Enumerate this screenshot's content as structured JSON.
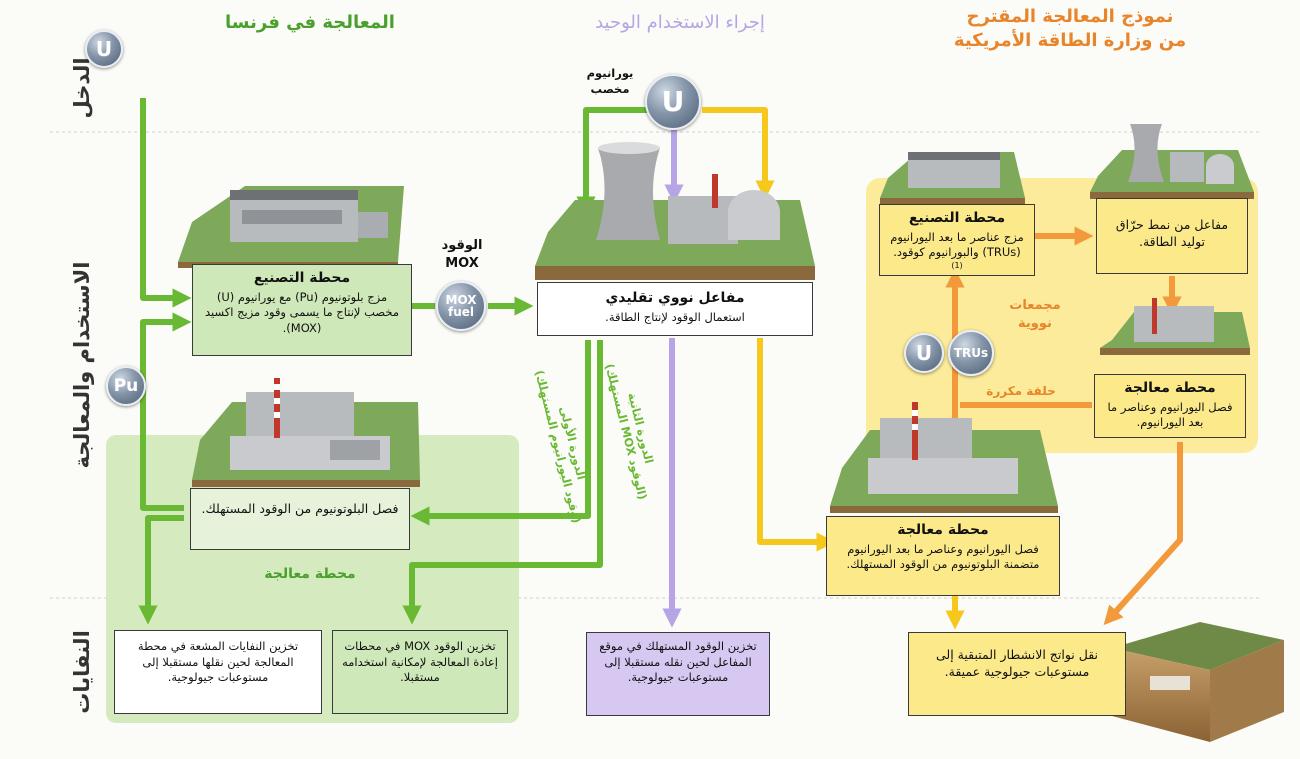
{
  "columns": {
    "france": "المعالجة في فرنسا",
    "once_through": "إجراء الاستخدام الوحيد",
    "us_doe_line1": "نموذج المعالجة المقترح",
    "us_doe_line2": "من وزارة الطاقة الأمريكية"
  },
  "rows": {
    "input": "الدخل",
    "use_processing": "الاستخدام والمعالجة",
    "waste": "النفايات"
  },
  "coins": {
    "u_input": "U",
    "u_center": "U",
    "pu": "Pu",
    "mox_line1": "MOX",
    "mox_line2": "fuel",
    "u_right": "U",
    "trus": "TRUs"
  },
  "france": {
    "fab_title": "محطة التصنيع",
    "fab_text": "مزج بلوتونيوم (Pu) مع يورانيوم (U) مخصب لإنتاج ما يسمى وقود مزيج اكسيد (MOX).",
    "mox_label_line1": "الوقود",
    "mox_label_line2": "MOX",
    "separation_text": "فصل البلوتونيوم من الوقود المستهلك.",
    "region_label": "محطة معالجة",
    "waste_left": "تخزين النفايات المشعة في محطة المعالجة لحين نقلها مستقبلا إلى مستوعبات جيولوجية.",
    "waste_mox": "تخزين الوقود MOX في محطات إعادة المعالجة لإمكانية استخدامه مستقبلا.",
    "cycle1_line1": "الدورة الأولى",
    "cycle1_line2": "(وقود اليورانيوم المستهلك)",
    "cycle2_line1": "الدورة الثانية",
    "cycle2_line2": "(الوقود MOX المستهلك)"
  },
  "center": {
    "enriched_line1": "يورانيوم",
    "enriched_line2": "مخصب",
    "reactor_title": "مفاعل نووي تقليدي",
    "reactor_text": "استعمال الوقود لإنتاج الطاقة.",
    "waste_text": "تخزين الوقود المستهلك في موقع المفاعل لحين نقله مستقبلا إلى مستوعبات جيولوجية."
  },
  "us": {
    "fab_title": "محطة التصنيع",
    "fab_text": "مزج عناصر ما بعد اليورانيوم (TRUs) والبورانيوم كوقود.",
    "fab_footnote": "(1)",
    "fast_reactor_text": "مفاعل من نمط حرّاق توليد الطاقة.",
    "complexes_line1": "مجمعات",
    "complexes_line2": "نووية",
    "loop_label": "حلقة مكررة",
    "proc_upper_title": "محطة معالجة",
    "proc_upper_text": "فصل اليورانيوم وعناصر ما بعد اليورانيوم.",
    "proc_lower_title": "محطة معالجة",
    "proc_lower_text": "فصل اليورانيوم وعناصر ما بعد اليورانيوم متضمنة البلوتونيوم من الوقود المستهلك.",
    "waste_text": "نقل نواتج الانشطار المتبقية إلى مستوعبات جيولوجية عميقة."
  },
  "colors": {
    "green_arrow": "#6ab934",
    "purple_arrow": "#b7a4e6",
    "yellow_arrow": "#f6c81e",
    "orange_arrow": "#f29a3b",
    "france_title": "#4aa02c",
    "us_title": "#e8842a",
    "yellow_region": "#fbeb9a",
    "green_region": "#d5ebbf"
  }
}
